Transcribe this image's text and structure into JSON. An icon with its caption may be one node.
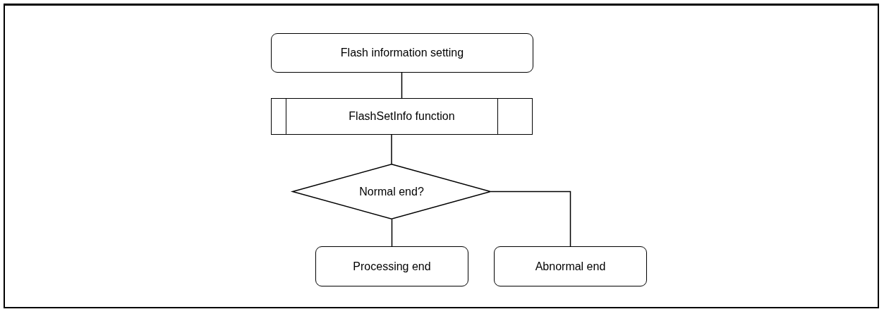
{
  "diagram": {
    "nodes": [
      {
        "text": [
          "Flash information setting"
        ]
      },
      {
        "text": [
          "FlashSetInfo function"
        ]
      },
      {
        "text": [
          "Normal end?"
        ]
      },
      {
        "text": [
          "Processing end"
        ]
      },
      {
        "text": [
          "Abnormal end"
        ]
      }
    ],
    "edges": [
      {
        "from": 0,
        "to": 1,
        "arrow": "none"
      },
      {
        "from": 1,
        "to": 2,
        "arrow": "none"
      },
      {
        "from": 2,
        "to": 3,
        "arrow": "none"
      },
      {
        "from": 2,
        "to": 4,
        "arrow": "none"
      }
    ]
  }
}
